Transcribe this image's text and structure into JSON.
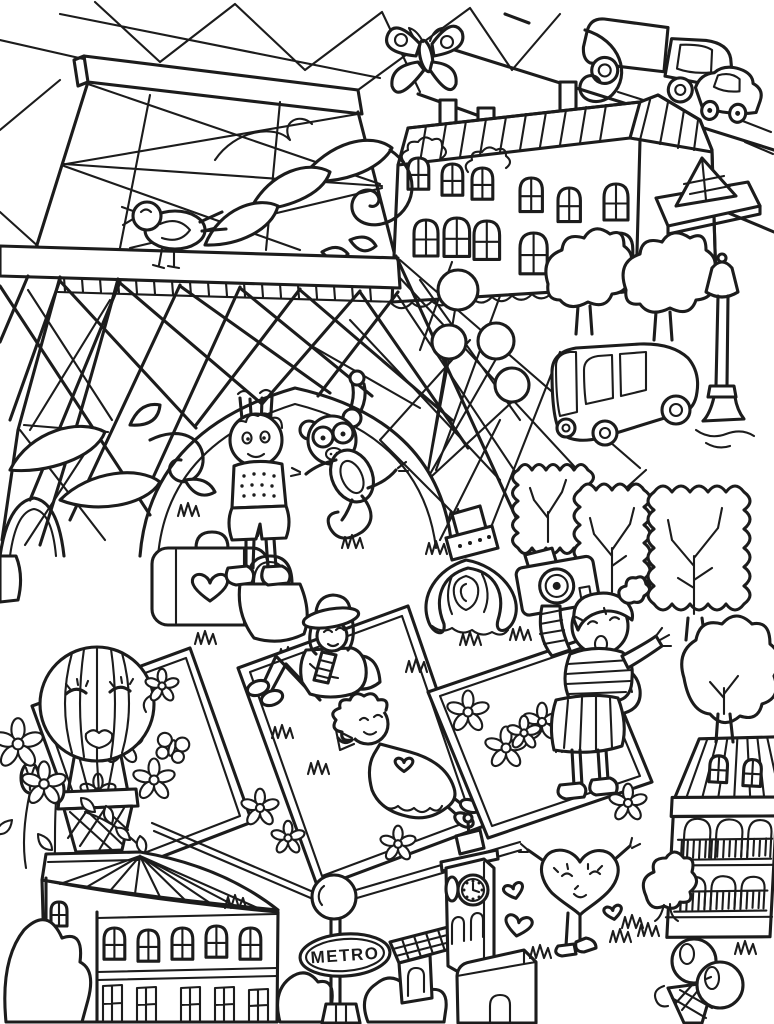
{
  "page": {
    "type": "coloring-page",
    "subject": "Cartoon Paris street scene line-art coloring page",
    "background_color": "#ffffff",
    "line_color": "#1c1c1c"
  },
  "metro_sign": {
    "label": "METRO"
  },
  "scene_objects": [
    "eiffel-tower-lattice",
    "ornamental-swirls",
    "bird-on-ledge",
    "butterfly",
    "road",
    "truck",
    "small-car",
    "haussmann-building",
    "louvre-pyramid",
    "round-trees",
    "street-lamp",
    "balloon-cluster",
    "van",
    "hanging-boy",
    "hanging-monkey",
    "topiary-trees",
    "suitcase-with-heart",
    "handbag",
    "perfume-bottle",
    "girl-with-camera",
    "picnic-blanket-left",
    "picnic-blanket-middle",
    "picnic-blanket-right",
    "man-with-hat",
    "sunbathing-girl",
    "hot-air-balloon-with-face",
    "daisy-flowers",
    "stem-flowers",
    "left-building",
    "metro-sign",
    "clock-tower",
    "checkered-roof",
    "heart-character",
    "small-hearts",
    "right-building",
    "corner-balloons",
    "bushes",
    "grass-tufts"
  ]
}
